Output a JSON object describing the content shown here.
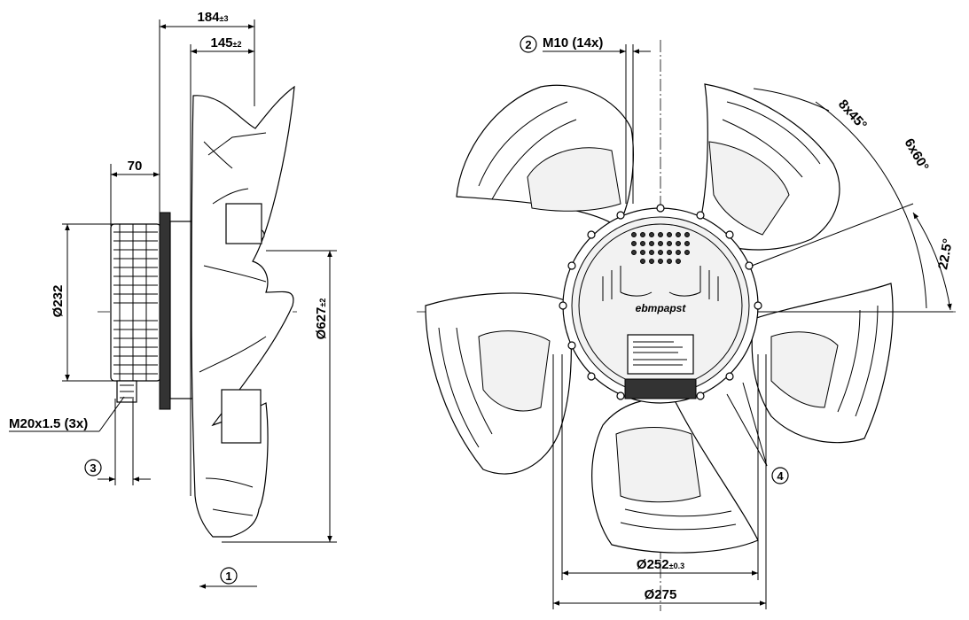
{
  "dimensions": {
    "overall_depth": "184",
    "overall_depth_tol": "±3",
    "blade_depth": "145",
    "blade_depth_tol": "±2",
    "motor_depth": "70",
    "motor_diameter": "Ø232",
    "fan_diameter": "Ø627",
    "fan_diameter_tol": "±2",
    "cable_gland": "M20x1.5 (3x)",
    "mount_screws": "M10 (14x)",
    "bolt_circle_inner": "Ø252",
    "bolt_circle_inner_tol": "±0.3",
    "bolt_circle_outer": "Ø275",
    "angle_8x45": "8x45°",
    "angle_6x60": "6x60°",
    "angle_22_5": "22.5°"
  },
  "callouts": {
    "c1": "1",
    "c2": "2",
    "c3": "3",
    "c4": "4"
  },
  "brand_text": "ebmpapst"
}
